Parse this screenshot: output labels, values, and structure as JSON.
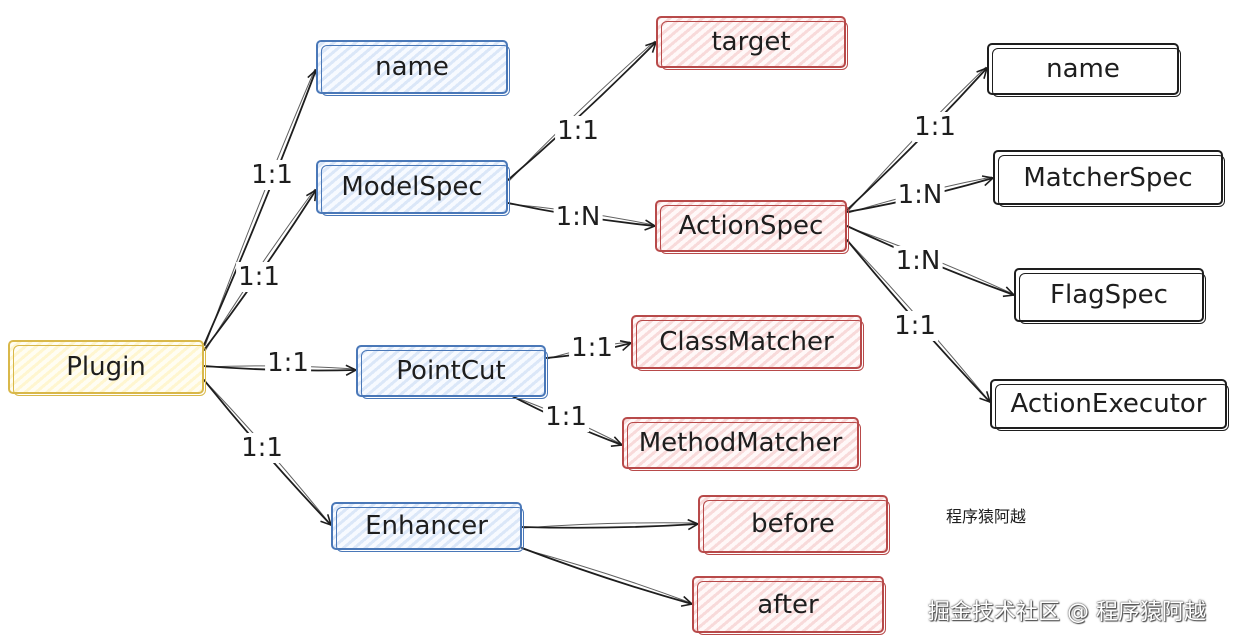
{
  "nodes": [
    {
      "id": "plugin",
      "label": "Plugin",
      "color": "yellow"
    },
    {
      "id": "name1",
      "label": "name",
      "color": "blue"
    },
    {
      "id": "modelspec",
      "label": "ModelSpec",
      "color": "blue"
    },
    {
      "id": "pointcut",
      "label": "PointCut",
      "color": "blue"
    },
    {
      "id": "enhancer",
      "label": "Enhancer",
      "color": "blue"
    },
    {
      "id": "target",
      "label": "target",
      "color": "red"
    },
    {
      "id": "actionspec",
      "label": "ActionSpec",
      "color": "red"
    },
    {
      "id": "classmatcher",
      "label": "ClassMatcher",
      "color": "red"
    },
    {
      "id": "methodmatcher",
      "label": "MethodMatcher",
      "color": "red"
    },
    {
      "id": "before",
      "label": "before",
      "color": "red"
    },
    {
      "id": "after",
      "label": "after",
      "color": "red"
    },
    {
      "id": "name2",
      "label": "name",
      "color": "black"
    },
    {
      "id": "matcherspec",
      "label": "MatcherSpec",
      "color": "black"
    },
    {
      "id": "flagspec",
      "label": "FlagSpec",
      "color": "black"
    },
    {
      "id": "actionexecutor",
      "label": "ActionExecutor",
      "color": "black"
    }
  ],
  "edges": [
    {
      "from": "plugin",
      "to": "name1",
      "label": "1:1"
    },
    {
      "from": "plugin",
      "to": "modelspec",
      "label": "1:1"
    },
    {
      "from": "plugin",
      "to": "pointcut",
      "label": "1:1"
    },
    {
      "from": "plugin",
      "to": "enhancer",
      "label": "1:1"
    },
    {
      "from": "modelspec",
      "to": "target",
      "label": "1:1"
    },
    {
      "from": "modelspec",
      "to": "actionspec",
      "label": "1:N"
    },
    {
      "from": "actionspec",
      "to": "name2",
      "label": "1:1"
    },
    {
      "from": "actionspec",
      "to": "matcherspec",
      "label": "1:N"
    },
    {
      "from": "actionspec",
      "to": "flagspec",
      "label": "1:N"
    },
    {
      "from": "actionspec",
      "to": "actionexecutor",
      "label": "1:1"
    },
    {
      "from": "pointcut",
      "to": "classmatcher",
      "label": "1:1"
    },
    {
      "from": "pointcut",
      "to": "methodmatcher",
      "label": "1:1"
    },
    {
      "from": "enhancer",
      "to": "before",
      "label": ""
    },
    {
      "from": "enhancer",
      "to": "after",
      "label": ""
    }
  ],
  "colors": {
    "yellow": "#d9b84a",
    "blue": "#4a78b8",
    "red": "#b84a4a",
    "black": "#1e1e1e"
  },
  "watermarks": {
    "author": "程序猿阿越",
    "site": "掘金技术社区 @ 程序猿阿越"
  }
}
